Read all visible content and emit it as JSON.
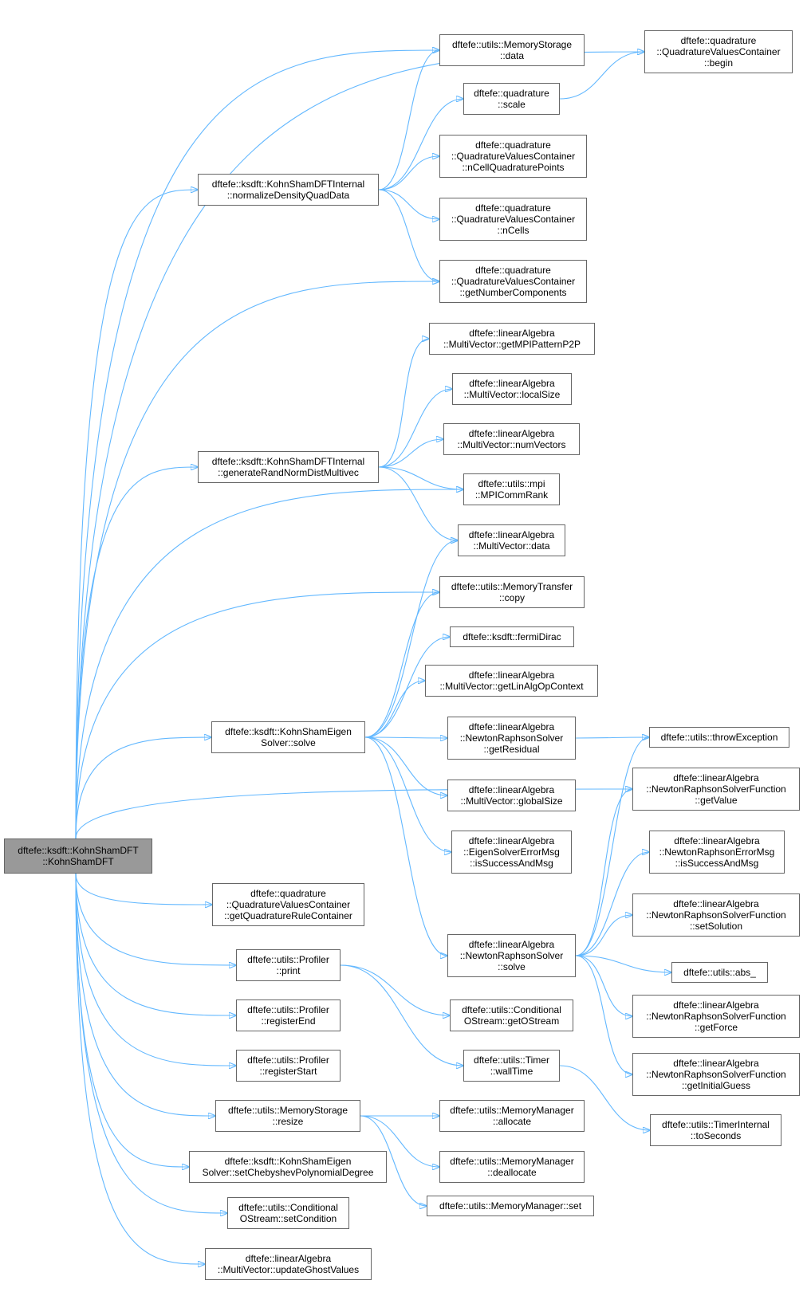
{
  "colors": {
    "edge": "#63b8ff",
    "root_fill": "#999999",
    "node_border": "#666666",
    "node_fill": "#ffffff"
  },
  "nodes": [
    {
      "id": "root",
      "lines": [
        "dftefe::ksdft::KohnShamDFT",
        "::KohnShamDFT"
      ]
    },
    {
      "id": "qvc_begin",
      "lines": [
        "dftefe::quadrature",
        "::QuadratureValuesContainer",
        "::begin"
      ]
    },
    {
      "id": "ms_data",
      "lines": [
        "dftefe::utils::MemoryStorage",
        "::data"
      ]
    },
    {
      "id": "q_scale",
      "lines": [
        "dftefe::quadrature",
        "::scale"
      ]
    },
    {
      "id": "qvc_ncqp",
      "lines": [
        "dftefe::quadrature",
        "::QuadratureValuesContainer",
        "::nCellQuadraturePoints"
      ]
    },
    {
      "id": "normalize",
      "lines": [
        "dftefe::ksdft::KohnShamDFTInternal",
        "::normalizeDensityQuadData"
      ]
    },
    {
      "id": "qvc_ncells",
      "lines": [
        "dftefe::quadrature",
        "::QuadratureValuesContainer",
        "::nCells"
      ]
    },
    {
      "id": "qvc_gnc",
      "lines": [
        "dftefe::quadrature",
        "::QuadratureValuesContainer",
        "::getNumberComponents"
      ]
    },
    {
      "id": "mv_mpip2p",
      "lines": [
        "dftefe::linearAlgebra",
        "::MultiVector::getMPIPatternP2P"
      ]
    },
    {
      "id": "mv_localsize",
      "lines": [
        "dftefe::linearAlgebra",
        "::MultiVector::localSize"
      ]
    },
    {
      "id": "mv_numvectors",
      "lines": [
        "dftefe::linearAlgebra",
        "::MultiVector::numVectors"
      ]
    },
    {
      "id": "generate",
      "lines": [
        "dftefe::ksdft::KohnShamDFTInternal",
        "::generateRandNormDistMultivec"
      ]
    },
    {
      "id": "mpi_rank",
      "lines": [
        "dftefe::utils::mpi",
        "::MPICommRank"
      ]
    },
    {
      "id": "mv_data",
      "lines": [
        "dftefe::linearAlgebra",
        "::MultiVector::data"
      ]
    },
    {
      "id": "mt_copy",
      "lines": [
        "dftefe::utils::MemoryTransfer",
        "::copy"
      ]
    },
    {
      "id": "fermi",
      "lines": [
        "dftefe::ksdft::fermiDirac"
      ]
    },
    {
      "id": "mv_linalg",
      "lines": [
        "dftefe::linearAlgebra",
        "::MultiVector::getLinAlgOpContext"
      ]
    },
    {
      "id": "kses_solve",
      "lines": [
        "dftefe::ksdft::KohnShamEigen",
        "Solver::solve"
      ]
    },
    {
      "id": "nrs_residual",
      "lines": [
        "dftefe::linearAlgebra",
        "::NewtonRaphsonSolver",
        "::getResidual"
      ]
    },
    {
      "id": "throw",
      "lines": [
        "dftefe::utils::throwException"
      ]
    },
    {
      "id": "mv_globalsize",
      "lines": [
        "dftefe::linearAlgebra",
        "::MultiVector::globalSize"
      ]
    },
    {
      "id": "nrsf_getvalue",
      "lines": [
        "dftefe::linearAlgebra",
        "::NewtonRaphsonSolverFunction",
        "::getValue"
      ]
    },
    {
      "id": "esem",
      "lines": [
        "dftefe::linearAlgebra",
        "::EigenSolverErrorMsg",
        "::isSuccessAndMsg"
      ]
    },
    {
      "id": "nrem",
      "lines": [
        "dftefe::linearAlgebra",
        "::NewtonRaphsonErrorMsg",
        "::isSuccessAndMsg"
      ]
    },
    {
      "id": "qvc_gqrc",
      "lines": [
        "dftefe::quadrature",
        "::QuadratureValuesContainer",
        "::getQuadratureRuleContainer"
      ]
    },
    {
      "id": "nrsf_setsol",
      "lines": [
        "dftefe::linearAlgebra",
        "::NewtonRaphsonSolverFunction",
        "::setSolution"
      ]
    },
    {
      "id": "nrs_solve",
      "lines": [
        "dftefe::linearAlgebra",
        "::NewtonRaphsonSolver",
        "::solve"
      ]
    },
    {
      "id": "prof_print",
      "lines": [
        "dftefe::utils::Profiler",
        "::print"
      ]
    },
    {
      "id": "abs",
      "lines": [
        "dftefe::utils::abs_"
      ]
    },
    {
      "id": "cos_getostream",
      "lines": [
        "dftefe::utils::Conditional",
        "OStream::getOStream"
      ]
    },
    {
      "id": "prof_end",
      "lines": [
        "dftefe::utils::Profiler",
        "::registerEnd"
      ]
    },
    {
      "id": "nrsf_getforce",
      "lines": [
        "dftefe::linearAlgebra",
        "::NewtonRaphsonSolverFunction",
        "::getForce"
      ]
    },
    {
      "id": "timer_wall",
      "lines": [
        "dftefe::utils::Timer",
        "::wallTime"
      ]
    },
    {
      "id": "prof_start",
      "lines": [
        "dftefe::utils::Profiler",
        "::registerStart"
      ]
    },
    {
      "id": "nrsf_initguess",
      "lines": [
        "dftefe::linearAlgebra",
        "::NewtonRaphsonSolverFunction",
        "::getInitialGuess"
      ]
    },
    {
      "id": "ms_resize",
      "lines": [
        "dftefe::utils::MemoryStorage",
        "::resize"
      ]
    },
    {
      "id": "mm_allocate",
      "lines": [
        "dftefe::utils::MemoryManager",
        "::allocate"
      ]
    },
    {
      "id": "ti_toseconds",
      "lines": [
        "dftefe::utils::TimerInternal",
        "::toSeconds"
      ]
    },
    {
      "id": "kses_setcheb",
      "lines": [
        "dftefe::ksdft::KohnShamEigen",
        "Solver::setChebyshevPolynomialDegree"
      ]
    },
    {
      "id": "mm_deallocate",
      "lines": [
        "dftefe::utils::MemoryManager",
        "::deallocate"
      ]
    },
    {
      "id": "mm_set",
      "lines": [
        "dftefe::utils::MemoryManager::set"
      ]
    },
    {
      "id": "cos_setcond",
      "lines": [
        "dftefe::utils::Conditional",
        "OStream::setCondition"
      ]
    },
    {
      "id": "mv_updateghost",
      "lines": [
        "dftefe::linearAlgebra",
        "::MultiVector::updateGhostValues"
      ]
    }
  ],
  "edges": [
    [
      "root",
      "qvc_begin"
    ],
    [
      "root",
      "ms_data"
    ],
    [
      "root",
      "normalize"
    ],
    [
      "root",
      "qvc_gnc"
    ],
    [
      "root",
      "generate"
    ],
    [
      "root",
      "mpi_rank"
    ],
    [
      "root",
      "mt_copy"
    ],
    [
      "root",
      "kses_solve"
    ],
    [
      "root",
      "nrsf_getvalue"
    ],
    [
      "root",
      "qvc_gqrc"
    ],
    [
      "root",
      "prof_print"
    ],
    [
      "root",
      "prof_end"
    ],
    [
      "root",
      "prof_start"
    ],
    [
      "root",
      "ms_resize"
    ],
    [
      "root",
      "kses_setcheb"
    ],
    [
      "root",
      "cos_setcond"
    ],
    [
      "root",
      "mv_updateghost"
    ],
    [
      "normalize",
      "ms_data"
    ],
    [
      "normalize",
      "q_scale"
    ],
    [
      "normalize",
      "qvc_ncqp"
    ],
    [
      "normalize",
      "qvc_ncells"
    ],
    [
      "normalize",
      "qvc_gnc"
    ],
    [
      "q_scale",
      "qvc_begin"
    ],
    [
      "generate",
      "mv_mpip2p"
    ],
    [
      "generate",
      "mv_localsize"
    ],
    [
      "generate",
      "mv_numvectors"
    ],
    [
      "generate",
      "mpi_rank"
    ],
    [
      "generate",
      "mv_data"
    ],
    [
      "kses_solve",
      "mv_data"
    ],
    [
      "kses_solve",
      "mt_copy"
    ],
    [
      "kses_solve",
      "fermi"
    ],
    [
      "kses_solve",
      "mv_linalg"
    ],
    [
      "kses_solve",
      "nrs_residual"
    ],
    [
      "kses_solve",
      "mv_globalsize"
    ],
    [
      "kses_solve",
      "esem"
    ],
    [
      "kses_solve",
      "nrs_solve"
    ],
    [
      "nrs_residual",
      "throw"
    ],
    [
      "nrs_solve",
      "throw"
    ],
    [
      "nrs_solve",
      "nrsf_getvalue"
    ],
    [
      "nrs_solve",
      "nrem"
    ],
    [
      "nrs_solve",
      "nrsf_setsol"
    ],
    [
      "nrs_solve",
      "abs"
    ],
    [
      "nrs_solve",
      "nrsf_getforce"
    ],
    [
      "nrs_solve",
      "nrsf_initguess"
    ],
    [
      "prof_print",
      "cos_getostream"
    ],
    [
      "prof_print",
      "timer_wall"
    ],
    [
      "timer_wall",
      "ti_toseconds"
    ],
    [
      "ms_resize",
      "mm_allocate"
    ],
    [
      "ms_resize",
      "mm_deallocate"
    ],
    [
      "ms_resize",
      "mm_set"
    ]
  ]
}
